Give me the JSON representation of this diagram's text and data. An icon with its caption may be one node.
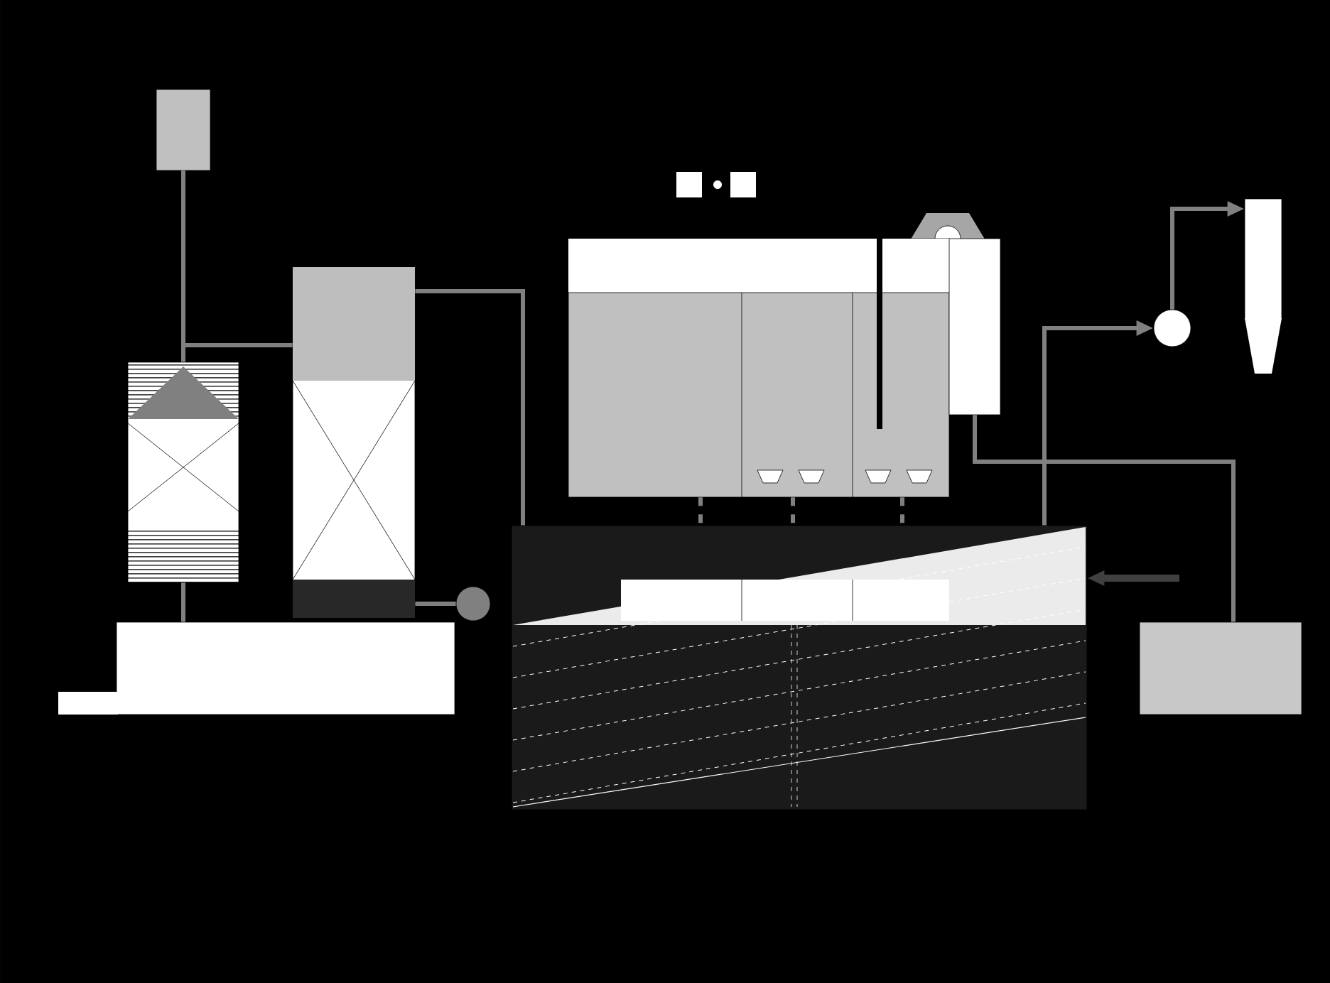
{
  "diagram": {
    "nodes": [
      {
        "text": [],
        "shape": "box"
      },
      {
        "text": [],
        "shape": "box"
      },
      {
        "text": [],
        "shape": "box"
      },
      {
        "text": [],
        "shape": "box"
      },
      {
        "text": [],
        "shape": "box"
      },
      {
        "text": [],
        "shape": "box"
      },
      {
        "text": [],
        "shape": "circle"
      },
      {
        "text": [],
        "shape": "box"
      },
      {
        "text": [],
        "shape": "box"
      },
      {
        "text": [],
        "shape": "circle"
      },
      {
        "text": [],
        "shape": "box"
      }
    ],
    "edges": [
      {
        "from": 0,
        "to": 1,
        "arrow": "none"
      },
      {
        "from": 0,
        "to": 2,
        "arrow": "none"
      },
      {
        "from": 2,
        "to": 10,
        "arrow": "none"
      },
      {
        "from": 1,
        "to": 3,
        "arrow": "none"
      },
      {
        "from": 2,
        "to": 9,
        "arrow": "none"
      },
      {
        "from": 5,
        "to": 8,
        "arrow": "none"
      },
      {
        "from": 10,
        "to": 6,
        "arrow": "to"
      },
      {
        "from": 6,
        "to": 7,
        "arrow": "to"
      },
      {
        "from": null,
        "to": 10,
        "arrow": "to",
        "color": "#404040"
      },
      {
        "from": 4,
        "to": 10,
        "arrow": "none",
        "style": "dashed"
      },
      {
        "from": 4,
        "to": 10,
        "arrow": "none",
        "style": "dashed"
      },
      {
        "from": 4,
        "to": 10,
        "arrow": "none",
        "style": "dashed"
      }
    ]
  }
}
